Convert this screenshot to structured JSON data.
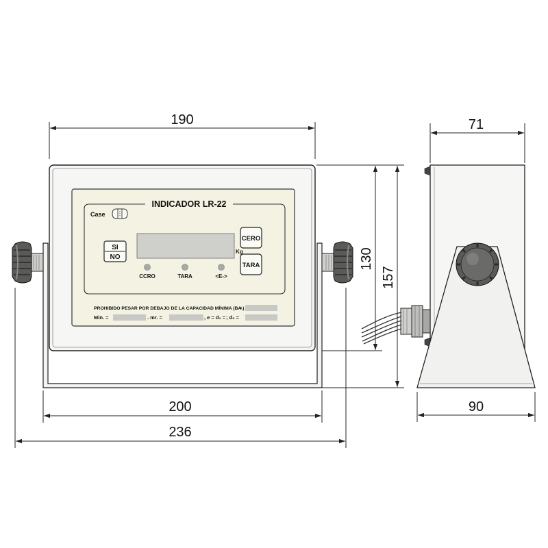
{
  "dimensions": {
    "width_front": "190",
    "width_base": "200",
    "width_overall": "236",
    "height_front": "130",
    "height_overall": "157",
    "depth_top": "71",
    "depth_base": "90"
  },
  "panel": {
    "title": "INDICADOR LR-22",
    "case_label": "Case",
    "si_label": "SI",
    "no_label": "NO",
    "cero_label": "CERO",
    "tara_button_label": "TARA",
    "kg_label": "Kg",
    "led_labels": [
      "CCRO",
      "TARA",
      "<E->"
    ]
  },
  "plate": {
    "line1": "PROHIBIDO PESAR POR DEBAJO DE LA CAPACIDAD MÍNIMA (BA.)",
    "line1_eq": "=",
    "min_label": "Min. =",
    "mr_label": ". mr. =",
    "e_label": ", e =",
    "d1_label": "d₁ =",
    "d2_label": "; d₂ ="
  },
  "colors": {
    "housing": "#f6f6f4",
    "panel": "#f4f2e2",
    "display": "#cfd0cc",
    "field": "#c8c9c5",
    "led": "#a9aaa6",
    "knob": "#5a5a58"
  }
}
